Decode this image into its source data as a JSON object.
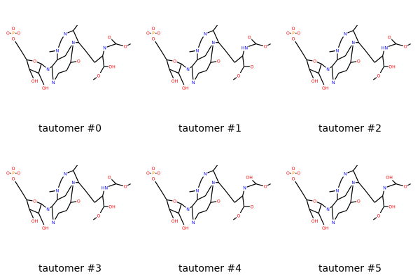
{
  "atom_colors": {
    "carbon": "#000000",
    "oxygen": "#ff0000",
    "nitrogen": "#0000ff",
    "phosphorus": "#ff8000"
  },
  "molecules": [
    {
      "caption": "tautomer #0",
      "labels": {
        "phos": "P",
        "o1": "O",
        "o2": "O",
        "o3": "O",
        "o4": "O",
        "ring_o": "O",
        "oh3": "OH",
        "oh2": "OH",
        "n_methyl": "N",
        "n_top": "N",
        "n_ring": "N",
        "n_im": "N",
        "n_base": "N",
        "o_keto": "O",
        "side_n": "N",
        "carb_o1": "O",
        "carb_o2": "O",
        "est_o1": "OH",
        "est_o2": "O"
      }
    },
    {
      "caption": "tautomer #1",
      "labels": {
        "phos": "P",
        "o1": "O",
        "o2": "O",
        "o3": "O",
        "o4": "O",
        "ring_o": "O",
        "oh3": "OH",
        "oh2": "OH",
        "n_methyl": "N",
        "n_top": "N",
        "n_ring": "N",
        "n_im": "N",
        "n_base": "N",
        "o_keto": "O",
        "side_n": "HN",
        "carb_o1": "O",
        "carb_o2": "O",
        "est_o1": "O",
        "est_o2": "O"
      }
    },
    {
      "caption": "tautomer #2",
      "labels": {
        "phos": "P",
        "o1": "O",
        "o2": "O",
        "o3": "O",
        "o4": "O",
        "ring_o": "O",
        "oh3": "OH",
        "oh2": "OH",
        "n_methyl": "N",
        "n_top": "N",
        "n_ring": "N",
        "n_im": "N",
        "n_base": "N",
        "o_keto": "O",
        "side_n": "HN",
        "carb_o1": "O",
        "carb_o2": "O",
        "est_o1": "OH",
        "est_o2": "O"
      }
    },
    {
      "caption": "tautomer #3",
      "labels": {
        "phos": "P",
        "o1": "O",
        "o2": "O",
        "o3": "O",
        "o4": "O",
        "ring_o": "O",
        "oh3": "OH",
        "oh2": "OH",
        "n_methyl": "N",
        "n_top": "N",
        "n_ring": "N",
        "n_im": "N",
        "n_base": "N",
        "o_keto": "O",
        "side_n": "HN",
        "carb_o1": "O",
        "carb_o2": "O",
        "est_o1": "OH",
        "est_o2": "O"
      }
    },
    {
      "caption": "tautomer #4",
      "labels": {
        "phos": "P",
        "o1": "O",
        "o2": "O",
        "o3": "O",
        "o4": "O",
        "ring_o": "O",
        "oh3": "OH",
        "oh2": "OH",
        "n_methyl": "N",
        "n_top": "N",
        "n_ring": "N",
        "n_im": "N",
        "n_base": "N",
        "o_keto": "O",
        "side_n": "N",
        "carb_o1": "OH",
        "carb_o2": "O",
        "est_o1": "O",
        "est_o2": "O"
      }
    },
    {
      "caption": "tautomer #5",
      "labels": {
        "phos": "P",
        "o1": "O",
        "o2": "O",
        "o3": "O",
        "o4": "O",
        "ring_o": "O",
        "oh3": "OH",
        "oh2": "OH",
        "n_methyl": "N",
        "n_top": "N",
        "n_ring": "N",
        "n_im": "N",
        "n_base": "N",
        "o_keto": "O",
        "side_n": "N",
        "carb_o1": "OH",
        "carb_o2": "O",
        "est_o1": "OH",
        "est_o2": "O"
      }
    }
  ]
}
